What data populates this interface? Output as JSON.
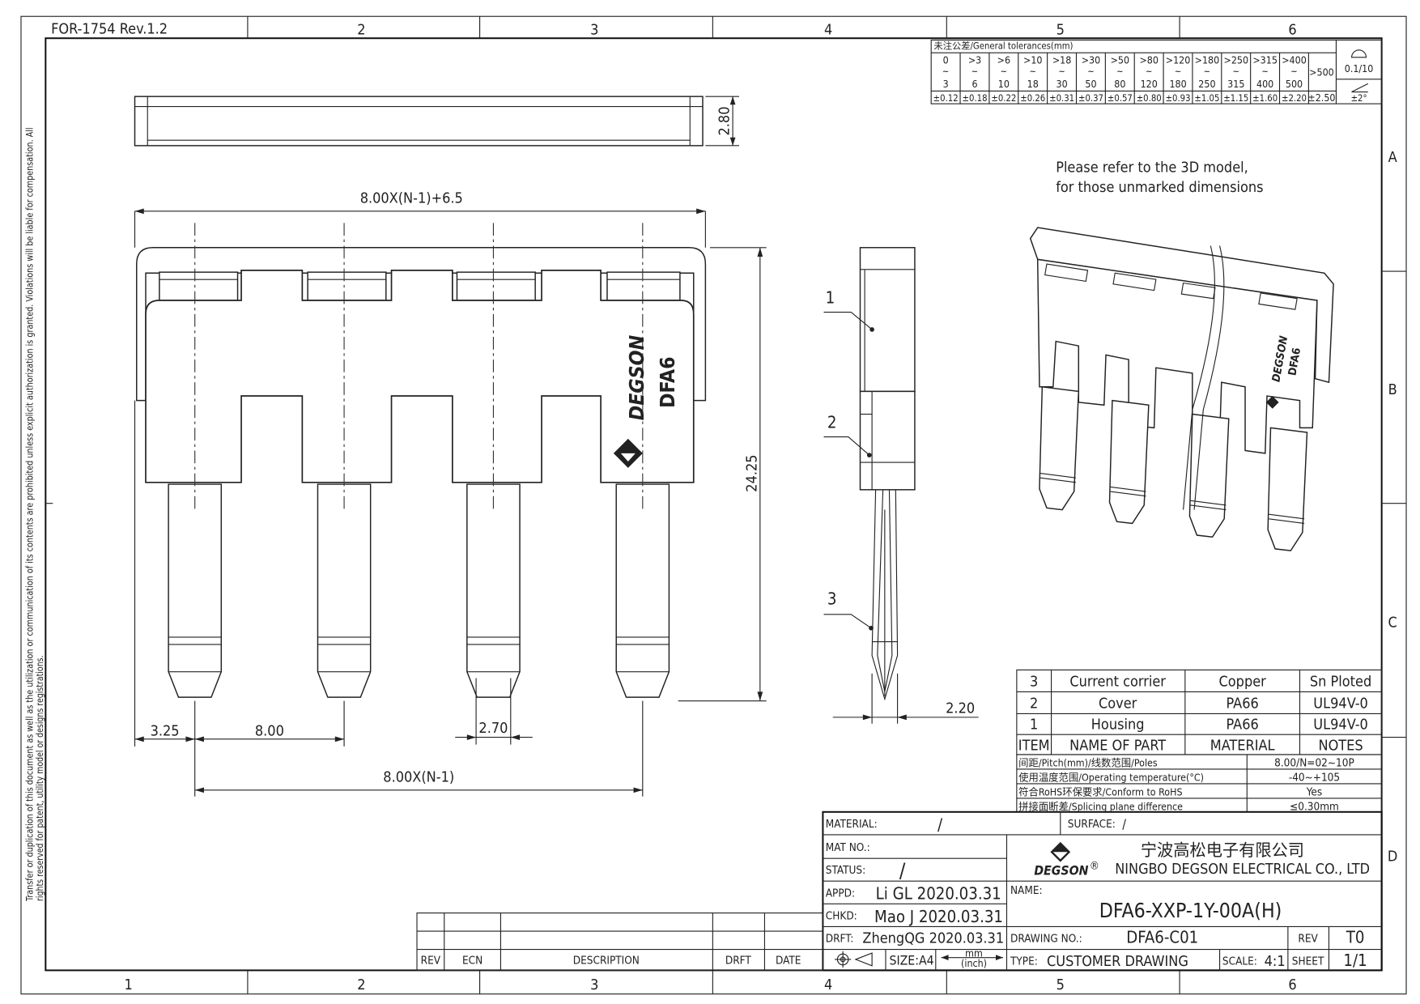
{
  "header": {
    "form_no": "FOR-1754 Rev.1.2"
  },
  "zones": {
    "columns": [
      "1",
      "2",
      "3",
      "4",
      "5",
      "6"
    ],
    "rows": [
      "A",
      "B",
      "C",
      "D"
    ]
  },
  "margin_notice": {
    "line1": "Transfer or duplication of this document as well as the utilization or communication of its contents are prohibited unless explicit authorization is granted. Violations will be liable for compensation. All",
    "line2": "rights reserved for patent, utility model or designs registrations."
  },
  "tolerances": {
    "title": "未注公差/General tolerances(mm)",
    "ranges": [
      {
        "from": "0",
        "to": "3",
        "tol": "±0.12"
      },
      {
        "from": ">3",
        "to": "6",
        "tol": "±0.18"
      },
      {
        "from": ">6",
        "to": "10",
        "tol": "±0.22"
      },
      {
        "from": ">10",
        "to": "18",
        "tol": "±0.26"
      },
      {
        "from": ">18",
        "to": "30",
        "tol": "±0.31"
      },
      {
        "from": ">30",
        "to": "50",
        "tol": "±0.37"
      },
      {
        "from": ">50",
        "to": "80",
        "tol": "±0.57"
      },
      {
        "from": ">80",
        "to": "120",
        "tol": "±0.80"
      },
      {
        "from": ">120",
        "to": "180",
        "tol": "±0.93"
      },
      {
        "from": ">180",
        "to": "250",
        "tol": "±1.05"
      },
      {
        "from": ">250",
        "to": "315",
        "tol": "±1.15"
      },
      {
        "from": ">315",
        "to": "400",
        "tol": "±1.60"
      },
      {
        "from": ">400",
        "to": "500",
        "tol": "±2.20"
      }
    ],
    "over_label": ">500",
    "over_tol": "±2.50",
    "flatness": "0.1/10",
    "angle": "±2°",
    "tilde": "~"
  },
  "note": {
    "line1": "Please refer to the 3D model,",
    "line2": "for those unmarked dimensions"
  },
  "dimensions": {
    "overall_width": "8.00X(N-1)+6.5",
    "top_height": "2.80",
    "total_height": "24.25",
    "edge_offset": "3.25",
    "pitch": "8.00",
    "pin_width": "2.70",
    "pitch_span": "8.00X(N-1)",
    "side_width": "2.20"
  },
  "callouts": [
    "1",
    "2",
    "3"
  ],
  "logo": {
    "brand": "DEGSON",
    "model": "DFA6",
    "registered": "®"
  },
  "parts": {
    "headers": [
      "ITEM",
      "NAME OF PART",
      "MATERIAL",
      "NOTES"
    ],
    "rows": [
      {
        "item": "3",
        "name": "Current corrier",
        "material": "Copper",
        "notes": "Sn Ploted"
      },
      {
        "item": "2",
        "name": "Cover",
        "material": "PA66",
        "notes": "UL94V-0"
      },
      {
        "item": "1",
        "name": "Housing",
        "material": "PA66",
        "notes": "UL94V-0"
      }
    ]
  },
  "specs": [
    {
      "label": "间距/Pitch(mm)/线数范围/Poles",
      "value": "8.00/N=02~10P"
    },
    {
      "label": "使用温度范围/Operating temperature(°C)",
      "value": "-40~+105"
    },
    {
      "label": "符合RoHS环保要求/Conform to RoHS",
      "value": "Yes"
    },
    {
      "label": "拼接面断差/Splicing plane difference",
      "value": "≤0.30mm"
    }
  ],
  "title_block": {
    "material_label": "MATERIAL:",
    "material_value": "/",
    "surface_label": "SURFACE:",
    "surface_value": "/",
    "mat_no_label": "MAT NO.:",
    "status_label": "STATUS:",
    "status_value": "/",
    "appd_label": "APPD:",
    "appd_value": "Li GL 2020.03.31",
    "chkd_label": "CHKD:",
    "chkd_value": "Mao J 2020.03.31",
    "drft_label": "DRFT:",
    "drft_value": "ZhengQG 2020.03.31",
    "size": "SIZE:A4",
    "unit_top": "mm",
    "unit_bottom": "(inch)",
    "company_cn": "宁波高松电子有限公司",
    "company_en": "NINGBO DEGSON ELECTRICAL CO., LTD",
    "name_label": "NAME:",
    "name_value": "DFA6-XXP-1Y-00A(H)",
    "drawing_no_label": "DRAWING NO.:",
    "drawing_no_value": "DFA6-C01",
    "rev_label": "REV",
    "rev_value": "T0",
    "type_label": "TYPE:",
    "type_value": "CUSTOMER DRAWING",
    "scale_label": "SCALE:",
    "scale_value": "4:1",
    "sheet_label": "SHEET",
    "sheet_value": "1/1"
  },
  "revision_block": {
    "headers": [
      "REV",
      "ECN",
      "DESCRIPTION",
      "DRFT",
      "DATE"
    ]
  }
}
